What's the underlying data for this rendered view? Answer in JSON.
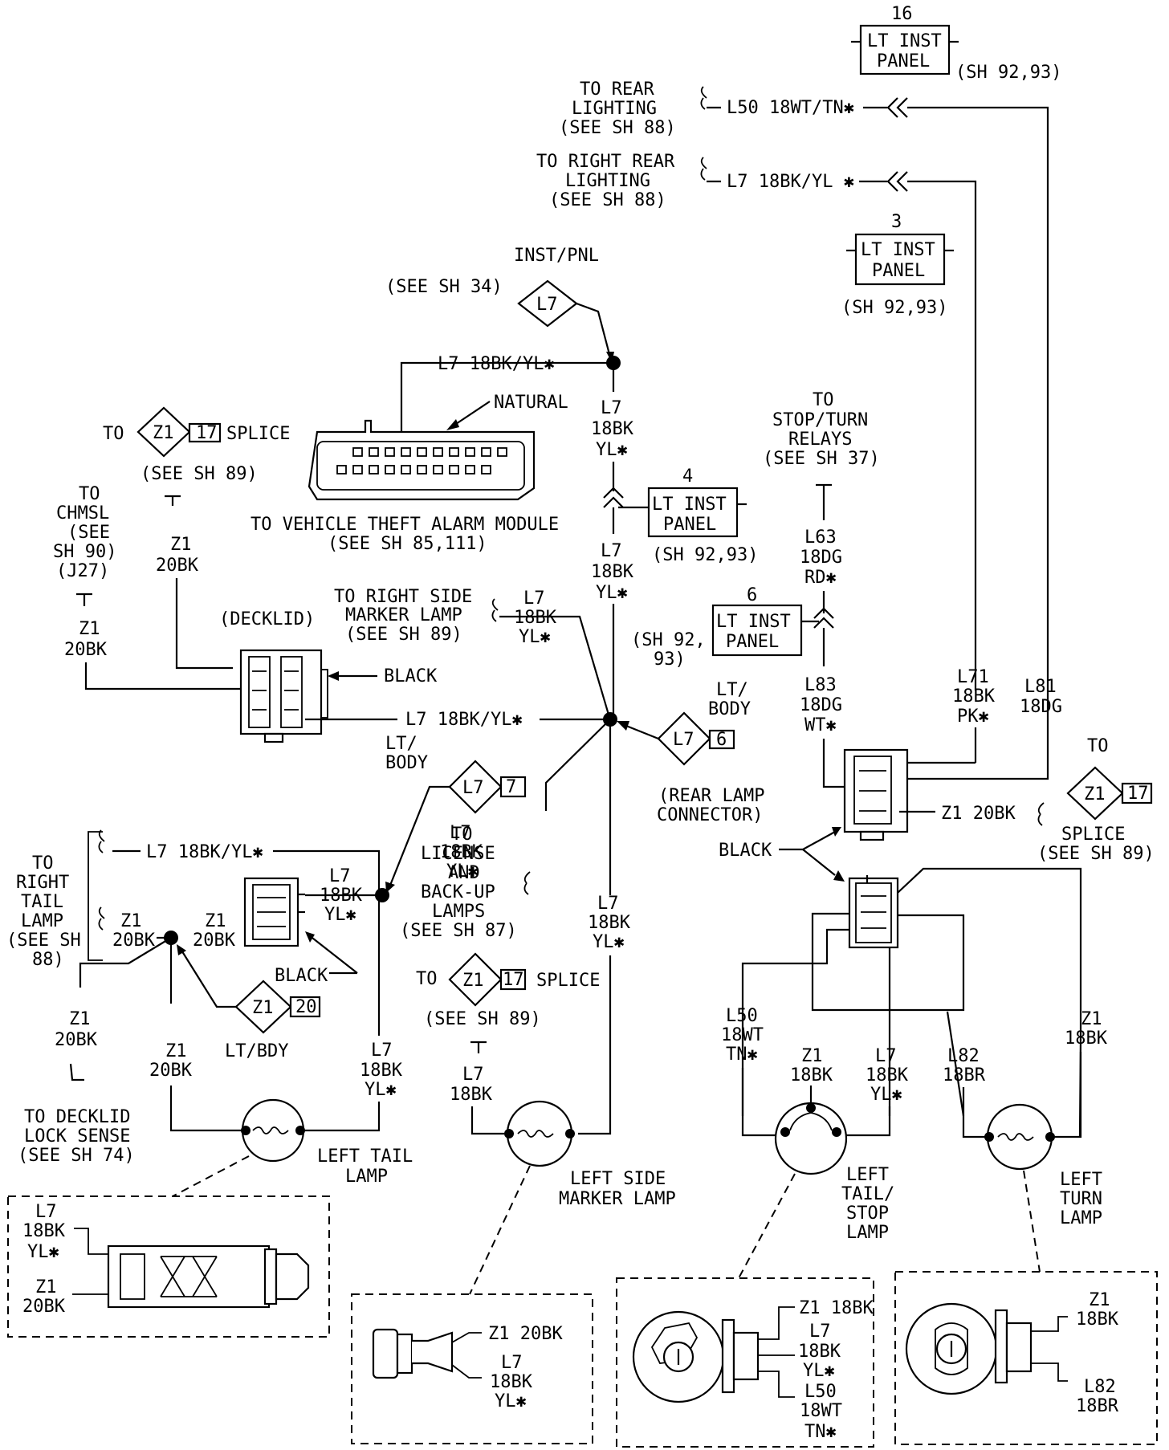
{
  "t": {
    "lt_inst_panel_16": {
      "num": "16",
      "l1": "LT INST",
      "l2": "PANEL",
      "ref": "(SH 92,93)"
    },
    "rear_lighting": {
      "l1": "TO REAR",
      "l2": "LIGHTING",
      "l3": "(SEE SH 88)",
      "wire": "L50 18WT/TN✱"
    },
    "right_rear_lighting": {
      "l1": "TO RIGHT REAR",
      "l2": "LIGHTING",
      "l3": "(SEE SH 88)",
      "wire": "L7 18BK/YL ✱"
    },
    "lt_inst_panel_3": {
      "num": "3",
      "l1": "LT INST",
      "l2": "PANEL",
      "ref": "(SH 92,93)"
    },
    "inst_pnl": {
      "label": "INST/PNL",
      "ref": "(SEE SH 34)",
      "diamond": "L7"
    },
    "theft_wire": "L7 18BK/YL✱",
    "natural": "NATURAL",
    "theft_module": {
      "l1": "TO VEHICLE THEFT ALARM MODULE",
      "l2": "(SEE SH 85,111)"
    },
    "l7_upper": {
      "a": "L7",
      "b": "18BK",
      "c": "YL✱"
    },
    "lt_inst_panel_4": {
      "num": "4",
      "l1": "LT INST",
      "l2": "PANEL",
      "ref": "(SH 92,93)"
    },
    "l7_mid": {
      "a": "L7",
      "b": "18BK",
      "c": "YL✱"
    },
    "splice_top": {
      "to": "TO",
      "diamond": "Z1",
      "num": "17",
      "splice": "SPLICE",
      "ref": "(SEE SH 89)"
    },
    "z1_20bk_a": {
      "a": "Z1",
      "b": "20BK"
    },
    "chmsl": {
      "l1": "TO",
      "l2": "CHMSL",
      "l3": "(SEE",
      "l4": "SH 90)",
      "l5": "(J27)"
    },
    "z1_20bk_b": {
      "a": "Z1",
      "b": "20BK"
    },
    "decklid": "(DECKLID)",
    "black_1": "BLACK",
    "decklid_wire": "L7 18BK/YL✱",
    "right_marker": {
      "l1": "TO RIGHT SIDE",
      "l2": "MARKER LAMP",
      "l3": "(SEE SH 89)",
      "w1": "L7",
      "w2": "18BK",
      "w3": "YL✱"
    },
    "stop_turn": {
      "l1": "TO",
      "l2": "STOP/TURN",
      "l3": "RELAYS",
      "l4": "(SEE SH 37)"
    },
    "l63": {
      "a": "L63",
      "b": "18DG",
      "c": "RD✱"
    },
    "lt_inst_panel_6": {
      "num": "6",
      "l1": "LT INST",
      "l2": "PANEL",
      "ref1": "(SH 92,",
      "ref2": "93)"
    },
    "l83": {
      "a": "L83",
      "b": "18DG",
      "c": "WT✱"
    },
    "l71": {
      "a": "L71",
      "b": "18BK",
      "c": "PK✱"
    },
    "l81": {
      "a": "L81",
      "b": "18DG"
    },
    "lt_body_6": {
      "l1": "LT/",
      "l2": "BODY",
      "diamond": "L7",
      "num": "6"
    },
    "lt_body_7": {
      "l1": "LT/",
      "l2": "BODY",
      "diamond": "L7",
      "num": "7"
    },
    "rear_lamp_conn": {
      "l1": "(REAR LAMP",
      "l2": "CONNECTOR)"
    },
    "splice_right": {
      "to": "TO",
      "diamond": "Z1",
      "num": "17",
      "splice": "SPLICE",
      "ref": "(SEE SH 89)",
      "wire": "Z1 20BK"
    },
    "black_2": "BLACK",
    "right_tail": {
      "l1": "TO",
      "l2": "RIGHT",
      "l3": "TAIL",
      "l4": "LAMP",
      "l5": "(SEE SH",
      "l6": "88)",
      "wire": "L7 18BK/YL✱"
    },
    "z1_20bk_c": {
      "a": "Z1",
      "b": "20BK"
    },
    "z1_20bk_d": {
      "a": "Z1",
      "b": "20BK"
    },
    "l7_tail": {
      "a": "L7",
      "b": "18BK",
      "c": "YL✱"
    },
    "black_3": "BLACK",
    "lt_bdy_20": {
      "diamond": "Z1",
      "num": "20",
      "label": "LT/BDY"
    },
    "l7_lower_left": {
      "a": "L7",
      "b": "18BK",
      "c": "YL✱"
    },
    "license": {
      "l1": "TO",
      "l2": "LICENSE",
      "l3": "AND",
      "l4": "BACK-UP",
      "l5": "LAMPS",
      "l6": "(SEE SH 87)"
    },
    "l7_marker": {
      "a": "L7",
      "b": "18BK",
      "c": "YL✱"
    },
    "splice_mid": {
      "to": "TO",
      "diamond": "Z1",
      "num": "17",
      "splice": "SPLICE",
      "ref": "(SEE SH 89)"
    },
    "z1_20bk_e": {
      "a": "Z1",
      "b": "20BK"
    },
    "z1_20bk_f": {
      "a": "Z1",
      "b": "20BK"
    },
    "l7_tail_lamp": {
      "a": "L7",
      "b": "18BK",
      "c": "YL✱"
    },
    "decklid_lock": {
      "l1": "TO DECKLID",
      "l2": "LOCK SENSE",
      "l3": "(SEE SH 74)"
    },
    "left_tail_lamp": {
      "l1": "LEFT TAIL",
      "l2": "LAMP"
    },
    "left_side_marker": {
      "l1": "LEFT SIDE",
      "l2": "MARKER LAMP"
    },
    "l50": {
      "a": "L50",
      "b": "18WT",
      "c": "TN✱"
    },
    "z1_18bk_a": {
      "a": "Z1",
      "b": "18BK"
    },
    "l7_stop": {
      "a": "L7",
      "b": "18BK",
      "c": "YL✱"
    },
    "l82": {
      "a": "L82",
      "b": "18BR"
    },
    "z1_18bk_b": {
      "a": "Z1",
      "b": "18BK"
    },
    "left_tail_stop": {
      "l1": "LEFT",
      "l2": "TAIL/",
      "l3": "STOP",
      "l4": "LAMP"
    },
    "left_turn": {
      "l1": "LEFT",
      "l2": "TURN",
      "l3": "LAMP"
    },
    "det_tail": {
      "a1": "L7",
      "a2": "18BK",
      "a3": "YL✱",
      "b1": "Z1",
      "b2": "20BK"
    },
    "det_marker": {
      "z": "Z1 20BK",
      "a1": "L7",
      "a2": "18BK",
      "a3": "YL✱"
    },
    "det_stop": {
      "z": "Z1 18BK",
      "a1": "L7",
      "a2": "18BK",
      "a3": "YL✱",
      "b1": "L50",
      "b2": "18WT",
      "b3": "TN✱"
    },
    "det_turn": {
      "a1": "Z1",
      "a2": "18BK",
      "b1": "L82",
      "b2": "18BR"
    }
  }
}
